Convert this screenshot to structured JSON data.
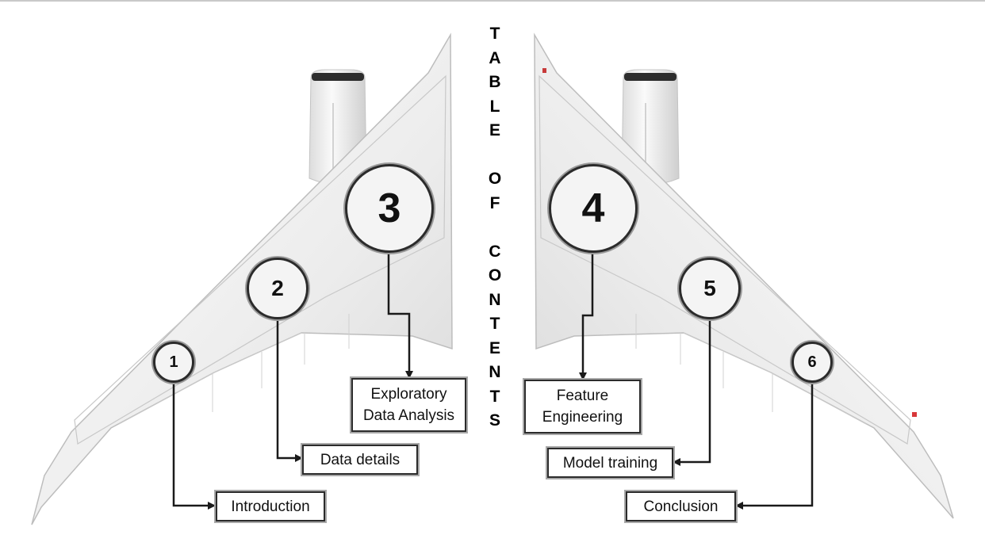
{
  "title": [
    "T",
    "A",
    "B",
    "L",
    "E",
    " ",
    "O",
    "F",
    " ",
    "C",
    "O",
    "N",
    "T",
    "E",
    "N",
    "T",
    "S"
  ],
  "sections": [
    {
      "number": "1",
      "label": "Introduction"
    },
    {
      "number": "2",
      "label": "Data details"
    },
    {
      "number": "3",
      "label": "Exploratory Data Analysis"
    },
    {
      "number": "4",
      "label": "Feature Engineering"
    },
    {
      "number": "5",
      "label": "Model training"
    },
    {
      "number": "6",
      "label": "Conclusion"
    }
  ]
}
